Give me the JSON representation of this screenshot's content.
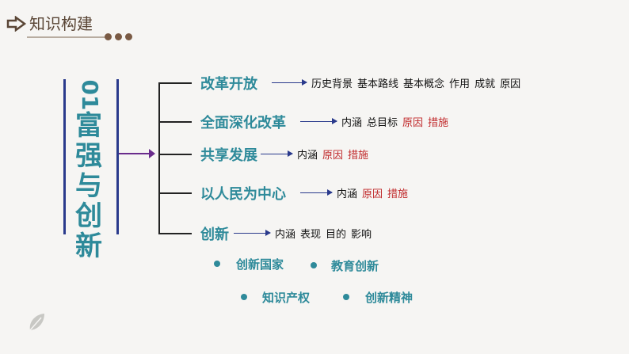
{
  "header": {
    "title": "知识构建"
  },
  "section": {
    "number": "01",
    "title_chars": [
      "富",
      "强",
      "与",
      "创",
      "新"
    ]
  },
  "topics": [
    {
      "label": "改革开放",
      "items": [
        {
          "t": "历史背景",
          "red": false
        },
        {
          "t": "基本路线",
          "red": false
        },
        {
          "t": "基本概念",
          "red": false
        },
        {
          "t": "作用",
          "red": false
        },
        {
          "t": "成就",
          "red": false
        },
        {
          "t": "原因",
          "red": false
        }
      ]
    },
    {
      "label": "全面深化改革",
      "items": [
        {
          "t": "内涵",
          "red": false
        },
        {
          "t": "总目标",
          "red": false
        },
        {
          "t": "原因",
          "red": true
        },
        {
          "t": "措施",
          "red": true
        }
      ]
    },
    {
      "label": "共享发展",
      "items": [
        {
          "t": "内涵",
          "red": false
        },
        {
          "t": "原因",
          "red": true
        },
        {
          "t": "措施",
          "red": true
        }
      ]
    },
    {
      "label": "以人民为中心",
      "items": [
        {
          "t": "内涵",
          "red": false
        },
        {
          "t": "原因",
          "red": true
        },
        {
          "t": "措施",
          "red": true
        }
      ]
    },
    {
      "label": "创新",
      "items": [
        {
          "t": "内涵",
          "red": false
        },
        {
          "t": "表现",
          "red": false
        },
        {
          "t": "目的",
          "red": false
        },
        {
          "t": "影响",
          "red": false
        }
      ]
    }
  ],
  "bullets": [
    "创新国家",
    "教育创新",
    "知识产权",
    "创新精神"
  ]
}
